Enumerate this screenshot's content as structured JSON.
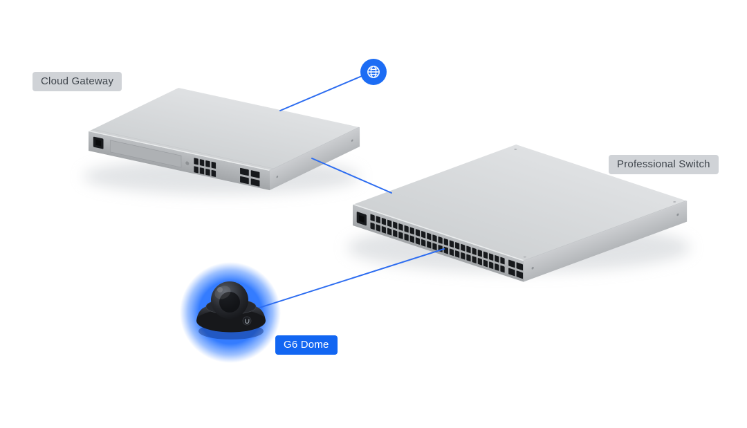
{
  "diagram": {
    "title_hint": "UniFi network topology illustration",
    "nodes": [
      {
        "id": "internet",
        "icon": "globe-icon"
      },
      {
        "id": "cloud-gateway",
        "label": "Cloud Gateway"
      },
      {
        "id": "professional-switch",
        "label": "Professional Switch"
      },
      {
        "id": "g6-dome",
        "label": "G6 Dome"
      }
    ],
    "edges": [
      {
        "from": "internet",
        "to": "cloud-gateway"
      },
      {
        "from": "cloud-gateway",
        "to": "professional-switch"
      },
      {
        "from": "professional-switch",
        "to": "g6-dome"
      }
    ],
    "colors": {
      "accent_blue": "#1266f2",
      "connection_line": "#2c6cf0",
      "globe_circle": "#1c6cf4",
      "camera_glow": "#2e78ff",
      "gray_label_bg": "#cdd1d5",
      "gray_label_text": "#3f454c",
      "blue_label_text": "#ffffff",
      "device_silver": "#d6d9db",
      "camera_black": "#1a1c20",
      "background": "#ffffff"
    }
  }
}
